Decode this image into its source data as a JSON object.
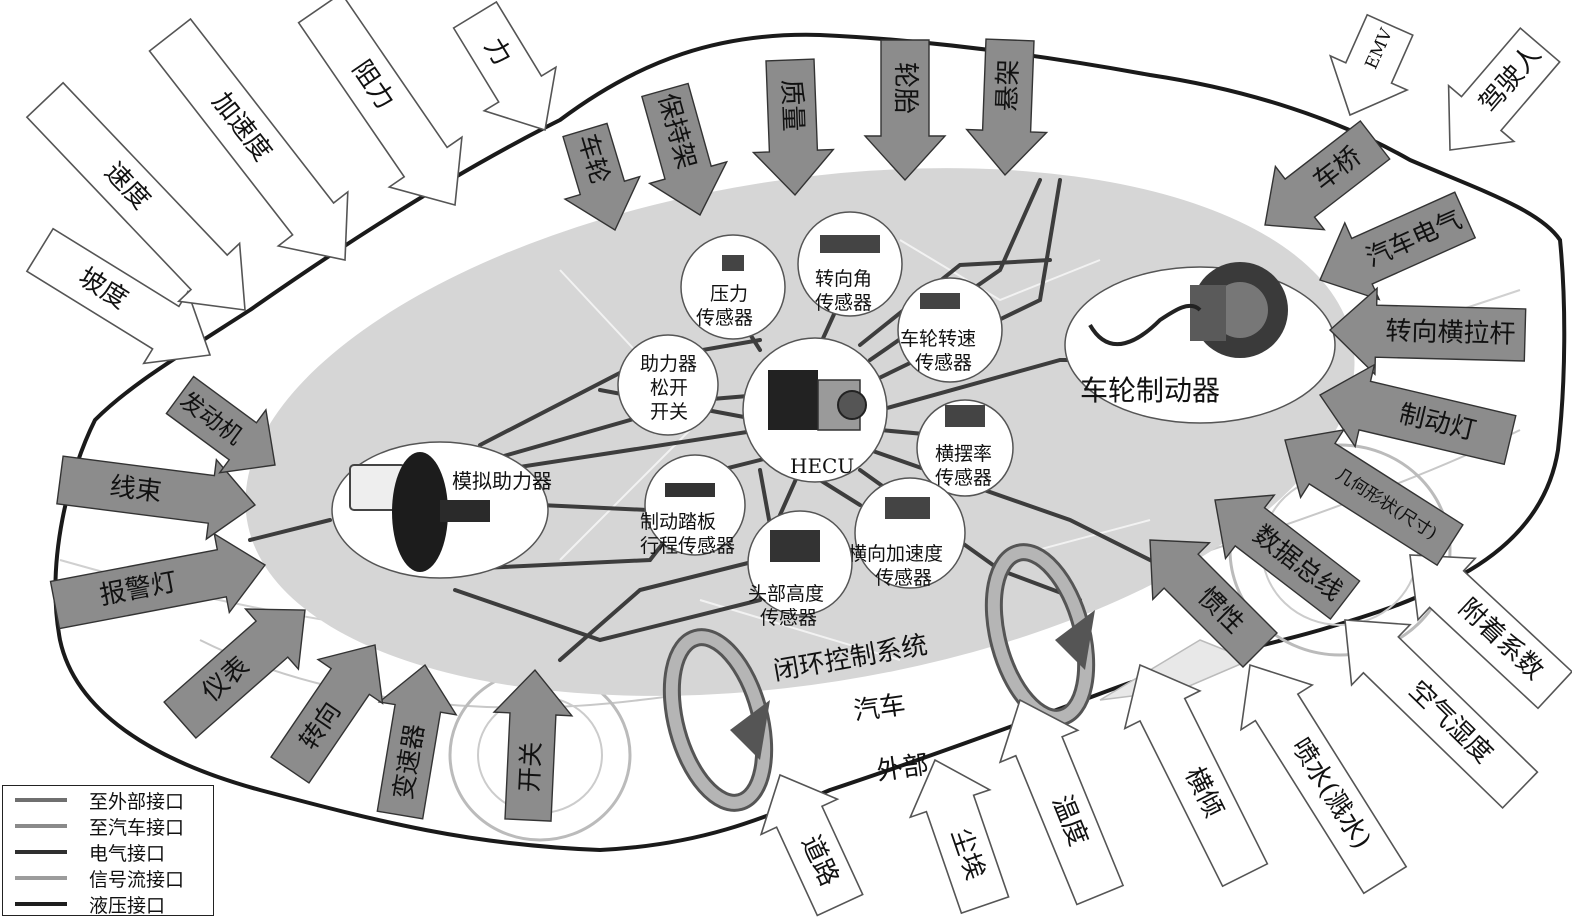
{
  "colors": {
    "ellipse_fill": "#d6d6d6",
    "wire": "#3d3d3d",
    "arrow_in_fill": "#8c8c8c",
    "arrow_out_fill": "#ffffff"
  },
  "diagram": {
    "center_label": "HECU",
    "booster_label": "模拟助力器",
    "brake_label": "车轮制动器",
    "closed_loop_label": "闭环控制系统",
    "vehicle_label": "汽车",
    "external_label": "外部",
    "sensors": [
      {
        "id": "pressure",
        "lines": [
          "压力",
          "传感器"
        ]
      },
      {
        "id": "steering-angle",
        "lines": [
          "转向角",
          "传感器"
        ]
      },
      {
        "id": "wheel-speed",
        "lines": [
          "车轮转速",
          "传感器"
        ]
      },
      {
        "id": "booster-switch",
        "lines": [
          "助力器",
          "松开",
          "开关"
        ]
      },
      {
        "id": "yaw-rate",
        "lines": [
          "横摆率",
          "传感器"
        ]
      },
      {
        "id": "lateral-accel",
        "lines": [
          "横向加速度",
          "传感器"
        ]
      },
      {
        "id": "head-height",
        "lines": [
          "头部高度",
          "传感器"
        ]
      },
      {
        "id": "pedal-travel",
        "lines": [
          "制动踏板",
          "行程传感器"
        ]
      }
    ],
    "outer_inputs": [
      "坡度",
      "速度",
      "加速度",
      "阻力",
      "力",
      "EMV",
      "驾驶人",
      "附着系数",
      "空气湿度",
      "喷水(溅水)",
      "横倾",
      "温度",
      "尘埃",
      "道路"
    ],
    "vehicle_inputs": [
      "车轮",
      "保持架",
      "质量",
      "轮胎",
      "悬架",
      "车桥",
      "汽车电气",
      "转向横拉杆",
      "制动灯",
      "几何形状(尺寸)",
      "数据总线",
      "惯性",
      "开关",
      "变速器",
      "转向",
      "仪表",
      "报警灯",
      "线束",
      "发动机"
    ]
  },
  "legend": {
    "items": [
      {
        "label": "至外部接口",
        "color": "#6f6f6f"
      },
      {
        "label": "至汽车接口",
        "color": "#8a8a8a"
      },
      {
        "label": "电气接口",
        "color": "#2f2f2f"
      },
      {
        "label": "信号流接口",
        "color": "#9c9c9c"
      },
      {
        "label": "液压接口",
        "color": "#1e1e1e"
      }
    ]
  }
}
